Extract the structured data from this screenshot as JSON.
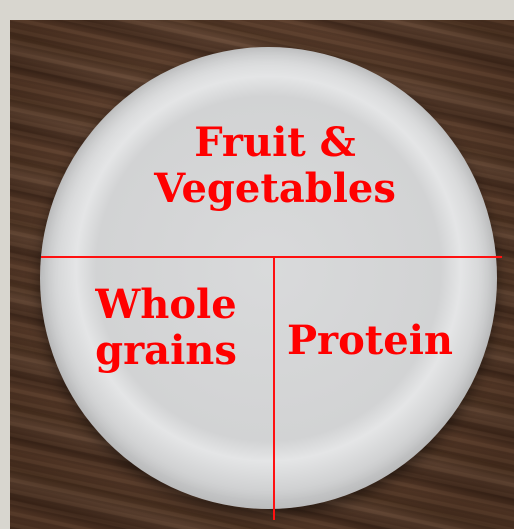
{
  "sections": {
    "top": {
      "label": "Fruit &\nVegetables"
    },
    "bottom_left": {
      "label": "Whole\ngrains"
    },
    "bottom_right": {
      "label": "Protein"
    }
  },
  "colors": {
    "label_color": "#ff0000",
    "divider_color": "#ff1010",
    "plate_color": "#d6d7d8",
    "table_wood": "#5e3c27"
  }
}
